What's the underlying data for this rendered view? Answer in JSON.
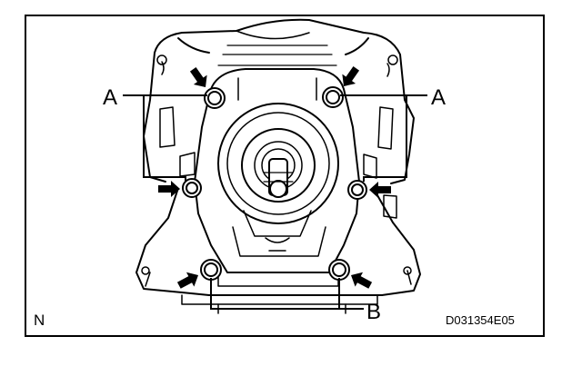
{
  "figure": {
    "labels": {
      "a_left": "A",
      "a_right": "A",
      "b": "B",
      "view": "N",
      "code": "D031354E05"
    },
    "icons": {
      "arrow": "arrow-icon",
      "bolt": "bolt-icon"
    },
    "colors": {
      "line": "#000000",
      "background": "#ffffff"
    }
  }
}
